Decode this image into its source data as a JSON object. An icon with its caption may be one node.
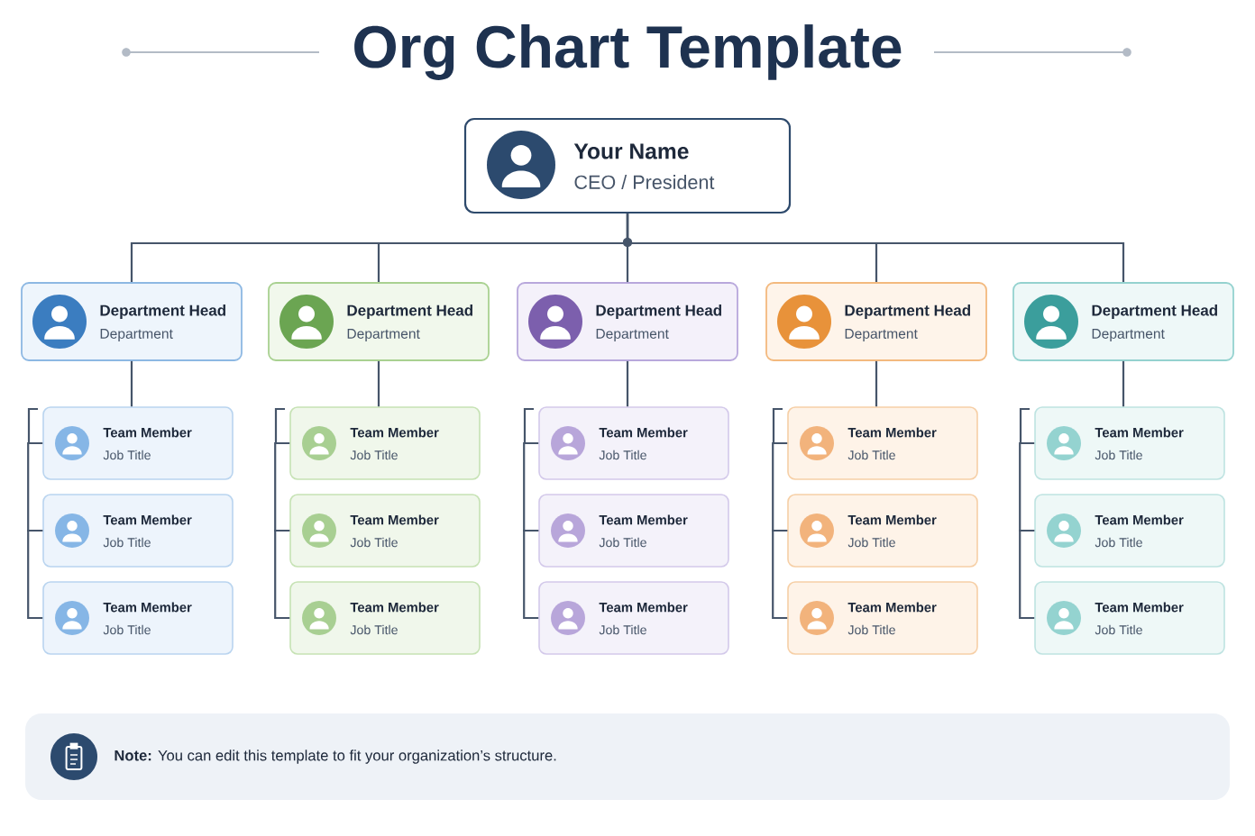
{
  "diagram": {
    "title": "Org Chart Template",
    "nodes": [
      {
        "text": [
          "Your Name",
          "CEO / President"
        ]
      },
      {
        "text": [
          "Department Head",
          "Department"
        ]
      },
      {
        "text": [
          "Department Head",
          "Department"
        ]
      },
      {
        "text": [
          "Department Head",
          "Department"
        ]
      },
      {
        "text": [
          "Department Head",
          "Department"
        ]
      },
      {
        "text": [
          "Department Head",
          "Department"
        ]
      },
      {
        "text": [
          "Team Member",
          "Job Title"
        ]
      },
      {
        "text": [
          "Team Member",
          "Job Title"
        ]
      },
      {
        "text": [
          "Team Member",
          "Job Title"
        ]
      },
      {
        "text": [
          "Team Member",
          "Job Title"
        ]
      },
      {
        "text": [
          "Team Member",
          "Job Title"
        ]
      },
      {
        "text": [
          "Team Member",
          "Job Title"
        ]
      },
      {
        "text": [
          "Team Member",
          "Job Title"
        ]
      },
      {
        "text": [
          "Team Member",
          "Job Title"
        ]
      },
      {
        "text": [
          "Team Member",
          "Job Title"
        ]
      },
      {
        "text": [
          "Team Member",
          "Job Title"
        ]
      },
      {
        "text": [
          "Team Member",
          "Job Title"
        ]
      },
      {
        "text": [
          "Team Member",
          "Job Title"
        ]
      },
      {
        "text": [
          "Team Member",
          "Job Title"
        ]
      },
      {
        "text": [
          "Team Member",
          "Job Title"
        ]
      },
      {
        "text": [
          "Team Member",
          "Job Title"
        ]
      },
      {
        "text": [
          "**Note:** You can edit this template to fit your organization’s structure."
        ]
      }
    ],
    "edges": [
      {
        "from": 0,
        "to": 1,
        "arrow": "none"
      },
      {
        "from": 0,
        "to": 2,
        "arrow": "none"
      },
      {
        "from": 0,
        "to": 3,
        "arrow": "none"
      },
      {
        "from": 0,
        "to": 4,
        "arrow": "none"
      },
      {
        "from": 0,
        "to": 5,
        "arrow": "none"
      },
      {
        "from": 1,
        "to": 6,
        "arrow": "none"
      },
      {
        "from": 6,
        "to": 7,
        "arrow": "none"
      },
      {
        "from": 7,
        "to": 8,
        "arrow": "none"
      },
      {
        "from": 2,
        "to": 9,
        "arrow": "none"
      },
      {
        "from": 9,
        "to": 10,
        "arrow": "none"
      },
      {
        "from": 10,
        "to": 11,
        "arrow": "none"
      },
      {
        "from": 3,
        "to": 12,
        "arrow": "none"
      },
      {
        "from": 12,
        "to": 13,
        "arrow": "none"
      },
      {
        "from": 13,
        "to": 14,
        "arrow": "none"
      },
      {
        "from": 4,
        "to": 15,
        "arrow": "none"
      },
      {
        "from": 15,
        "to": 16,
        "arrow": "none"
      },
      {
        "from": 16,
        "to": 17,
        "arrow": "none"
      },
      {
        "from": 5,
        "to": 18,
        "arrow": "none"
      },
      {
        "from": 18,
        "to": 19,
        "arrow": "none"
      },
      {
        "from": 19,
        "to": 20,
        "arrow": "none"
      }
    ]
  }
}
